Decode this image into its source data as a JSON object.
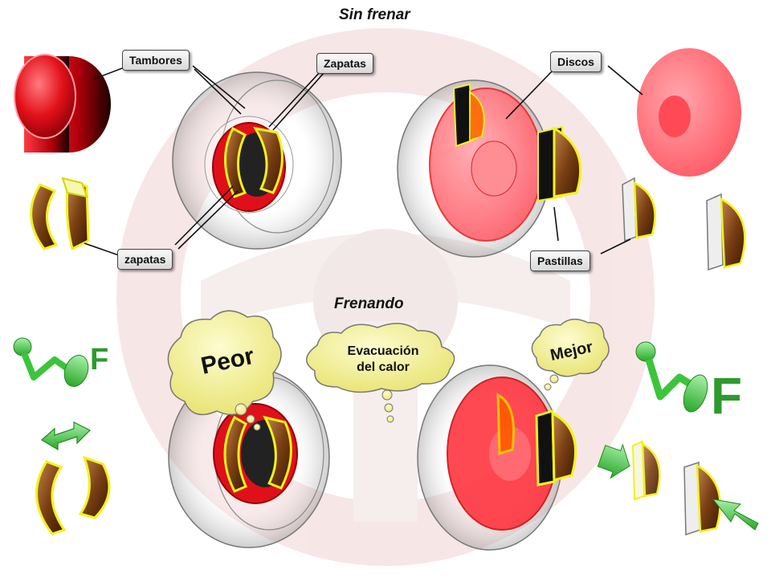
{
  "titles": {
    "not_braking": "Sin frenar",
    "braking": "Frenando"
  },
  "labels": {
    "drums": "Tambores",
    "shoes": "Zapatas",
    "shoes_lower": "zapatas",
    "discs": "Discos",
    "pads": "Pastillas"
  },
  "clouds": {
    "worse": "Peor",
    "better": "Mejor",
    "heat_line1": "Evacuación",
    "heat_line2": "del calor"
  },
  "force_symbol": "F",
  "colors": {
    "drum_red": "#e0101a",
    "disc_pink": "#ff6f78",
    "shoe_yellow": "#f2f21a",
    "lining_brown": "#7a3f12",
    "arrow_green": "#3cc43c",
    "cloud_fill": "#f3f08a",
    "watermark": "#f3dede"
  },
  "icons": [
    "lever-icon",
    "double-arrow-icon",
    "push-arrow-icon",
    "thought-bubble-icon"
  ]
}
